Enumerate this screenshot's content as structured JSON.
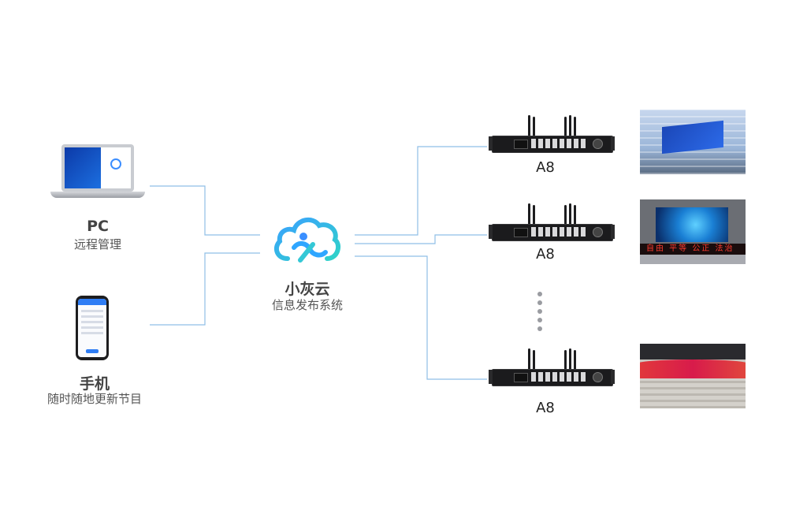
{
  "pc": {
    "title": "PC",
    "subtitle": "远程管理"
  },
  "phone": {
    "title": "手机",
    "subtitle": "随时随地更新节目"
  },
  "cloud": {
    "title": "小灰云",
    "subtitle": "信息发布系统",
    "icon": "cloud-logo-icon"
  },
  "devices": [
    {
      "label": "A8"
    },
    {
      "label": "A8"
    },
    {
      "label": "A8"
    }
  ],
  "photo2_ticker": "自由 平等 公正 法治",
  "colors": {
    "connector": "#8fbfe6",
    "cloud_logo_start": "#3aa0ff",
    "cloud_logo_end": "#2fd3c8"
  }
}
